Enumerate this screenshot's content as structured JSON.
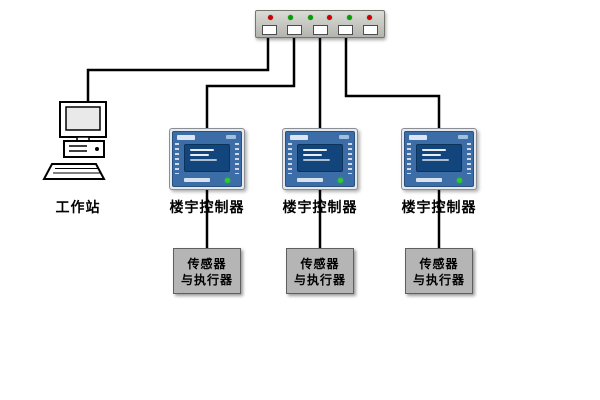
{
  "colors": {
    "wire": "#000000",
    "led_red": "#cc0000",
    "led_green": "#00a000",
    "switch_body": "#c6c6c0",
    "controller_blue": "#3c6da6",
    "controller_panel_navy": "#12457c",
    "sensor_box_gray": "#b5b5b5"
  },
  "switch": {
    "ports": 5,
    "leds": [
      "red",
      "green",
      "green",
      "red",
      "green",
      "red"
    ]
  },
  "workstation": {
    "label": "工作站"
  },
  "controllers": [
    {
      "label": "楼宇控制器"
    },
    {
      "label": "楼宇控制器"
    },
    {
      "label": "楼宇控制器"
    }
  ],
  "sensor_boxes": [
    {
      "line1": "传感器",
      "line2": "与执行器"
    },
    {
      "line1": "传感器",
      "line2": "与执行器"
    },
    {
      "line1": "传感器",
      "line2": "与执行器"
    }
  ]
}
